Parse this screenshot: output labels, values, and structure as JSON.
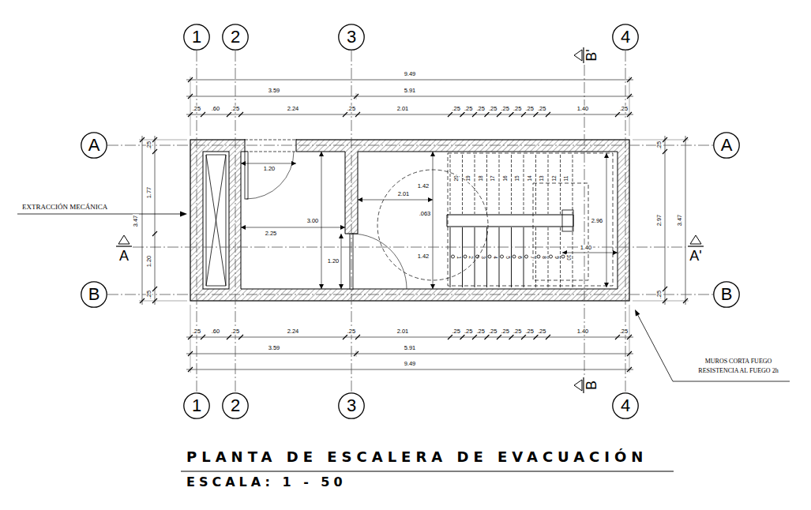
{
  "diagram": {
    "title": "PLANTA DE ESCALERA DE EVACUACIÓN",
    "caption": "ESCALA: 1 - 50",
    "nodes": [
      {
        "text": [
          "1"
        ]
      },
      {
        "text": [
          "2"
        ]
      },
      {
        "text": [
          "3"
        ]
      },
      {
        "text": [
          "4"
        ]
      },
      {
        "text": [
          "A"
        ]
      },
      {
        "text": [
          "A"
        ]
      },
      {
        "text": [
          "B"
        ]
      },
      {
        "text": [
          "B"
        ]
      },
      {
        "text": [
          "1"
        ]
      },
      {
        "text": [
          "2"
        ]
      },
      {
        "text": [
          "3"
        ]
      },
      {
        "text": [
          "4"
        ]
      }
    ],
    "edges": [
      {
        "from": 0,
        "to": 8,
        "arrow": "none"
      },
      {
        "from": 1,
        "to": 9,
        "arrow": "none"
      },
      {
        "from": 2,
        "to": 10,
        "arrow": "none"
      },
      {
        "from": 3,
        "to": 11,
        "arrow": "none"
      },
      {
        "from": 4,
        "to": 5,
        "arrow": "none"
      },
      {
        "from": 6,
        "to": 7,
        "arrow": "none"
      }
    ],
    "labels": [
      "9.49",
      "3.59",
      "5.91",
      ".25",
      ".60",
      ".25",
      "2.24",
      ".25",
      "2.01",
      ".25",
      ".25",
      ".25",
      ".25",
      ".25",
      ".25",
      ".25",
      ".25",
      "1.40",
      ".25",
      ".25",
      ".60",
      ".25",
      "2.24",
      ".25",
      "2.01",
      ".25",
      ".25",
      ".25",
      ".25",
      ".25",
      ".25",
      ".25",
      ".25",
      "1.40",
      ".25",
      "3.59",
      "5.91",
      "9.49",
      "3.47",
      ".25",
      "1.77",
      "1.20",
      ".25",
      ".25",
      "2.97",
      ".25",
      "3.47",
      "1.20",
      "3.00",
      "2.25",
      "1.20",
      "1.42",
      "2.01",
      ".063",
      "2.96",
      "1.42",
      "1.40",
      "20",
      "19",
      "18",
      "17",
      "16",
      "15",
      "14",
      "13",
      "12",
      "11",
      "1",
      "2",
      "3",
      "4",
      "5",
      "6",
      "7",
      "8",
      "9",
      "10",
      "A",
      "A'",
      "B'",
      "B",
      "EXTRACCIÓN MECÁNICA",
      "MUROS CORTA FUEGO RESISTENCIA AL FUEGO 2h"
    ]
  }
}
